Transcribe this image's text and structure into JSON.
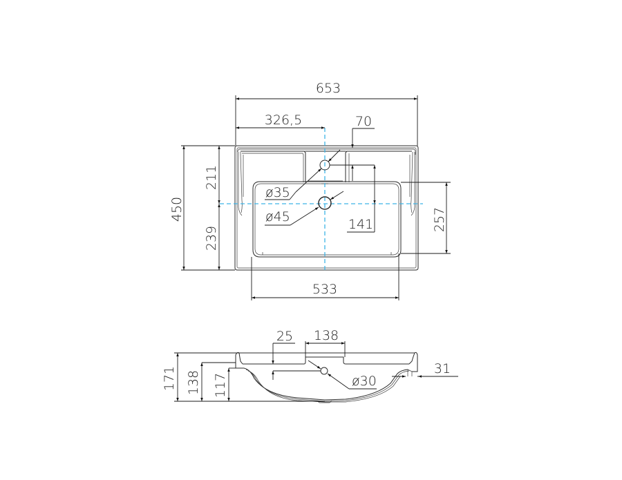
{
  "colors": {
    "line": "#2a2a2a",
    "centerline": "#3cb4e6",
    "background": "#ffffff"
  },
  "top_view": {
    "overall_width": "653",
    "half_width": "326,5",
    "tap_hole_offset": "70",
    "overall_depth": "450",
    "depth_front_to_center": "211",
    "depth_center_to_back": "239",
    "bowl_depth": "257",
    "tap_to_drain": "141",
    "bowl_width": "533",
    "tap_hole_diameter": "ø35",
    "drain_diameter": "ø45"
  },
  "side_view": {
    "total_height": "171",
    "height_138": "138",
    "height_117": "117",
    "overflow_offset": "25",
    "deck_width": "138",
    "overflow_diameter": "ø30",
    "rim_offset": "31"
  }
}
